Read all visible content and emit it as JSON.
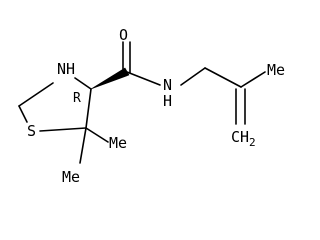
{
  "molecule": {
    "ring_atoms": {
      "nh": "N",
      "nh_h": "H",
      "s": "S"
    },
    "stereo_descriptor": "R",
    "carbonyl_oxygen": "O",
    "amide_nitrogen": "N",
    "amide_h": "H",
    "methyl_1": "Me",
    "methyl_2": "Me",
    "allyl_methyl": "Me",
    "terminal_ch2": {
      "element": "CH",
      "subscript": "2"
    }
  }
}
